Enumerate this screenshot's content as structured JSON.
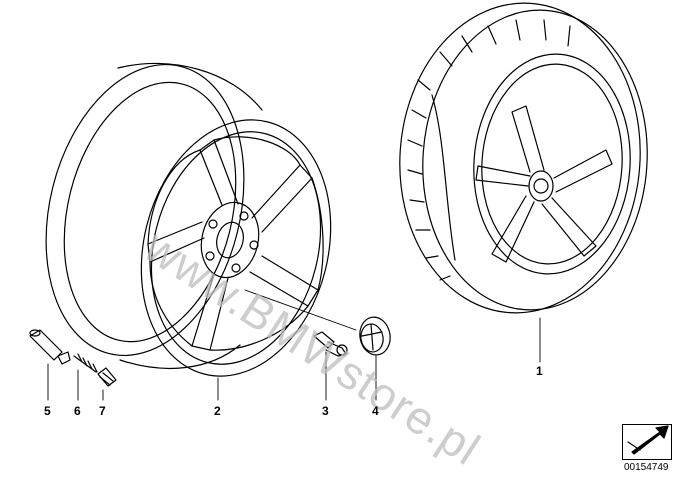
{
  "watermark": "www.BMWstore.pl",
  "reference_number": "00154749",
  "callouts": [
    {
      "id": "c5",
      "label": "5"
    },
    {
      "id": "c6",
      "label": "6"
    },
    {
      "id": "c7",
      "label": "7"
    },
    {
      "id": "c2",
      "label": "2"
    },
    {
      "id": "c3",
      "label": "3"
    },
    {
      "id": "c4",
      "label": "4"
    },
    {
      "id": "c1",
      "label": "1"
    }
  ],
  "colors": {
    "line": "#000000",
    "watermark": "#bdbdbd",
    "background": "#ffffff"
  }
}
